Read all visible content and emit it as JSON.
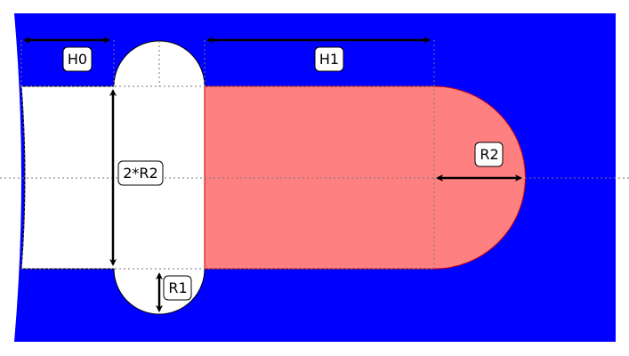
{
  "labels": {
    "h0": "H0",
    "h1": "H1",
    "two_r2": "2*R2",
    "r1": "R1",
    "r2": "R2"
  },
  "colors": {
    "substrate": "#0000ff",
    "slot": "#ffffff",
    "region": "#ff8080",
    "region_edge": "#cc0000"
  }
}
